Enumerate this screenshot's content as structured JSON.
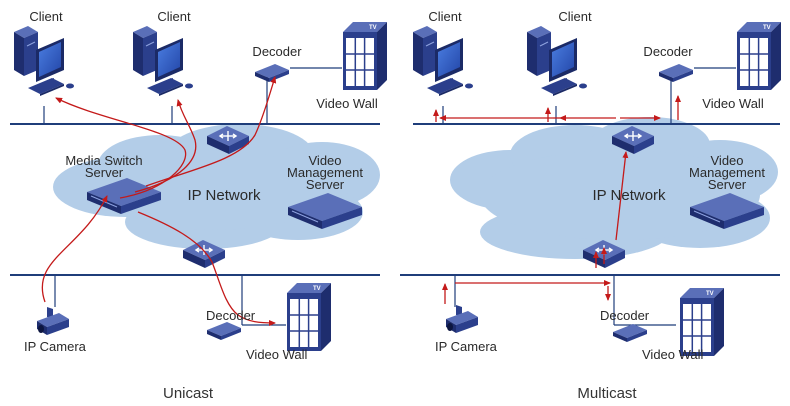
{
  "unicast": {
    "title": "Unicast",
    "client_left": "Client",
    "client_right": "Client",
    "decoder_top": "Decoder",
    "video_wall_top": "Video Wall",
    "mss_line1": "Media Switch",
    "mss_line2": "Server",
    "vms_line1": "Video",
    "vms_line2": "Management",
    "vms_line3": "Server",
    "network": "IP Network",
    "camera": "IP Camera",
    "decoder_bottom": "Decoder",
    "video_wall_bottom": "Video Wall"
  },
  "multicast": {
    "title": "Multicast",
    "client_left": "Client",
    "client_right": "Client",
    "decoder_top": "Decoder",
    "video_wall_top": "Video Wall",
    "vms_line1": "Video",
    "vms_line2": "Management",
    "vms_line3": "Server",
    "network": "IP Network",
    "camera": "IP Camera",
    "decoder_bottom": "Decoder",
    "video_wall_bottom": "Video Wall"
  },
  "colors": {
    "bus_line": "#1f3d7a",
    "cloud": "#b3cde8",
    "device": "#2b3f8c",
    "stream_arrow": "#c41a1a"
  },
  "icons": [
    "pc-client-icon",
    "decoder-icon",
    "video-wall-icon",
    "switch-icon",
    "server-icon",
    "ip-camera-icon",
    "cloud-icon"
  ]
}
